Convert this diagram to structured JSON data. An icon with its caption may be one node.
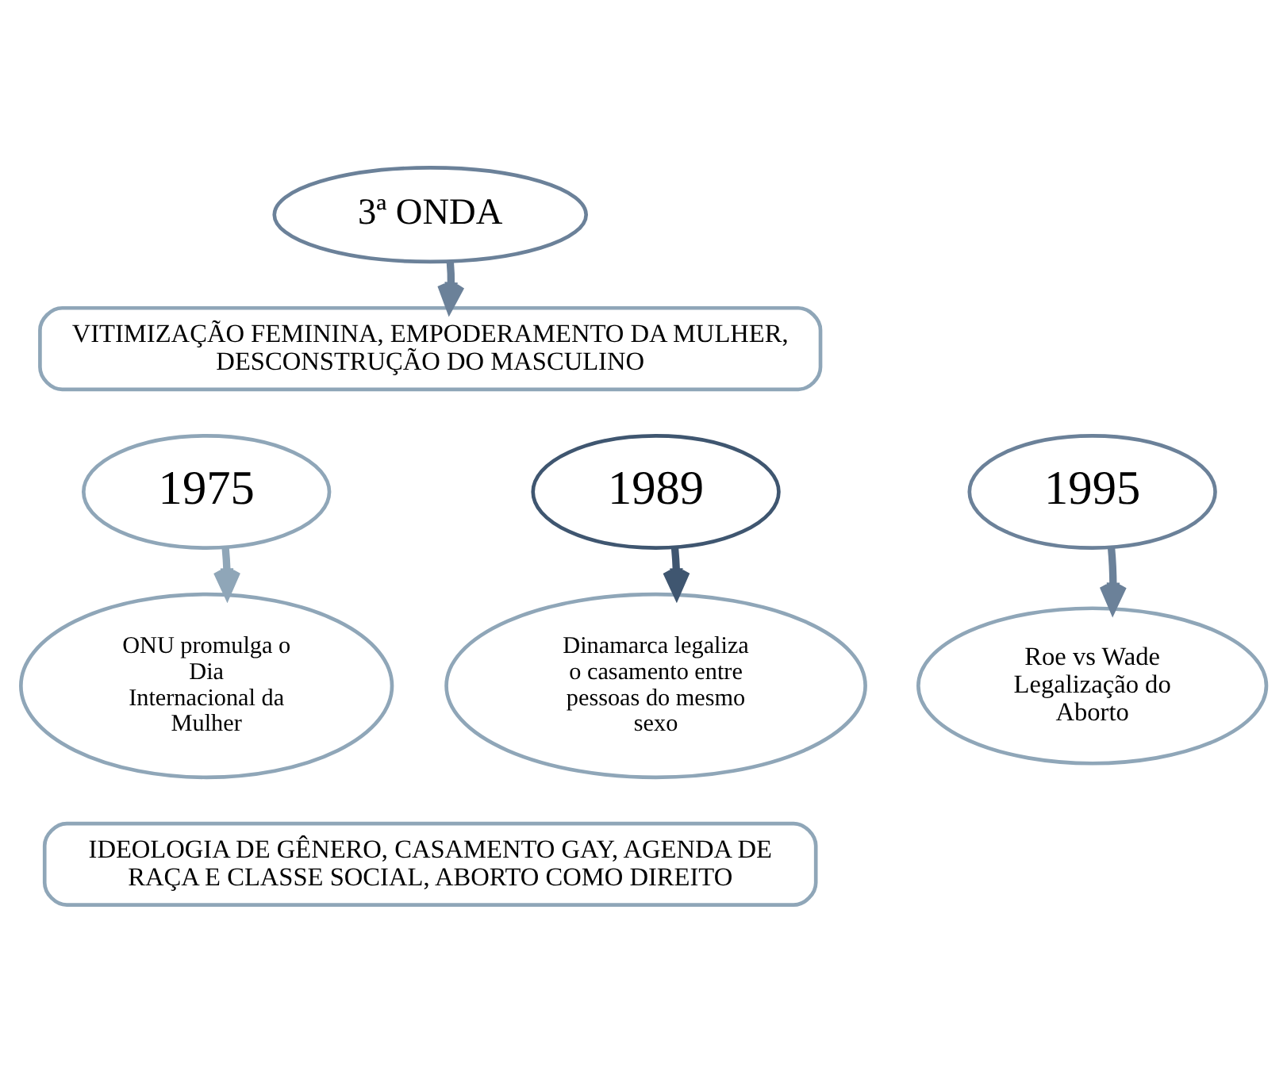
{
  "diagram": {
    "nodes": [
      {
        "text": [
          "3ª ONDA"
        ]
      },
      {
        "text": [
          "VITIMIZAÇÃO FEMININA, EMPODERAMENTO DA MULHER, DESCONSTRUÇÃO DO MASCULINO"
        ]
      },
      {
        "text": [
          "1975"
        ]
      },
      {
        "text": [
          "1989"
        ]
      },
      {
        "text": [
          "1995"
        ]
      },
      {
        "text": [
          "ONU promulga o Dia Internacional da Mulher"
        ]
      },
      {
        "text": [
          "Dinamarca legaliza o casamento entre pessoas do mesmo sexo"
        ]
      },
      {
        "text": [
          "Roe vs Wade Legalização do Aborto"
        ]
      },
      {
        "text": [
          "IDEOLOGIA DE GÊNERO, CASAMENTO GAY, AGENDA DE RAÇA E CLASSE SOCIAL, ABORTO COMO DIREITO"
        ]
      }
    ],
    "edges": [
      {
        "from": 0,
        "to": 1,
        "arrow": "to"
      },
      {
        "from": 2,
        "to": 5,
        "arrow": "to",
        "color": "#8fa6b8"
      },
      {
        "from": 3,
        "to": 6,
        "arrow": "to",
        "color": "#3f5670"
      },
      {
        "from": 4,
        "to": 7,
        "arrow": "to"
      }
    ]
  }
}
